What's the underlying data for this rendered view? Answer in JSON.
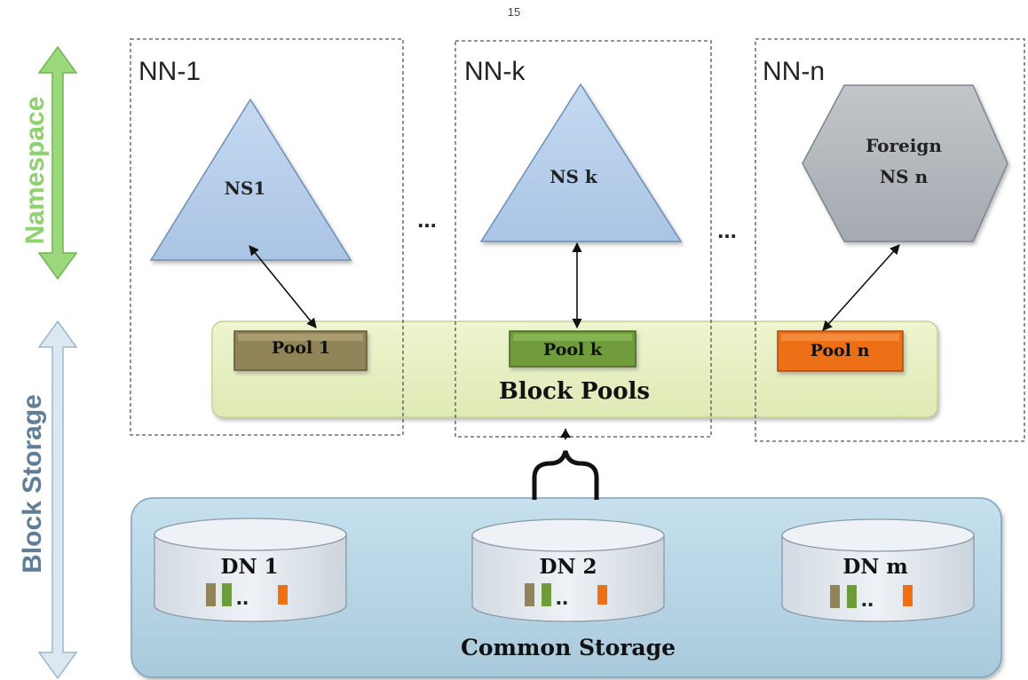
{
  "page_number": "15",
  "axis_labels": {
    "namespace": "Namespace",
    "block_storage": "Block Storage"
  },
  "name_nodes": [
    {
      "label": "NN-1",
      "namespace": "NS1",
      "pool": "Pool 1"
    },
    {
      "label": "NN-k",
      "namespace": "NS k",
      "pool": "Pool k"
    },
    {
      "label": "NN-n",
      "namespace_lines": [
        "Foreign",
        "NS n"
      ],
      "pool": "Pool n"
    }
  ],
  "ellipsis": "...",
  "block_pools_label": "Block Pools",
  "data_nodes": [
    {
      "label": "DN 1"
    },
    {
      "label": "DN 2"
    },
    {
      "label": "DN m"
    }
  ],
  "block_ellipsis": "..",
  "common_storage_label": "Common Storage",
  "colors": {
    "namespace_arrow": "#8bd16c",
    "block_storage_arrow": "#cfe0ec",
    "triangle": "#b8d0ec",
    "hexagon": "#b3b8bd",
    "pool_1": "#918459",
    "pool_k": "#6f9c3a",
    "pool_n": "#ee7012",
    "block_pools_band": "#e7f0c2",
    "common_storage": "#b9d7e6",
    "cylinder": "#e2e8ee"
  }
}
